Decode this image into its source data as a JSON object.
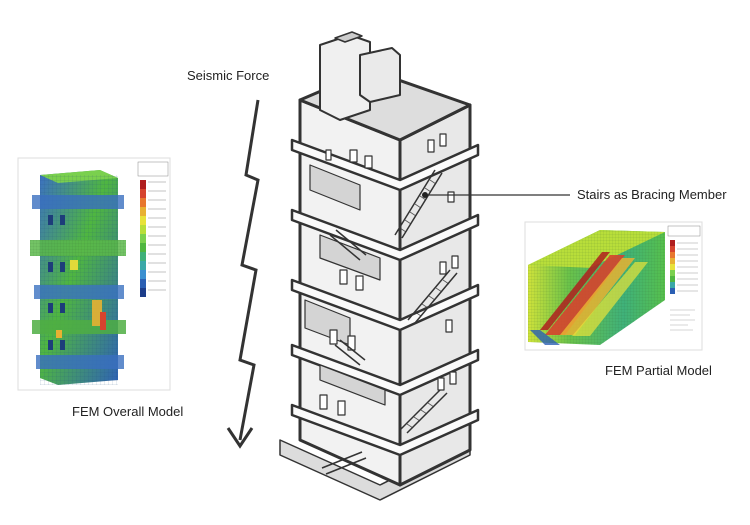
{
  "labels": {
    "seismic_force": "Seismic Force",
    "stairs_bracing": "Stairs as Bracing Member",
    "fem_overall": "FEM Overall Model",
    "fem_partial": "FEM Partial Model"
  },
  "colors": {
    "building_fill": "#eeeeee",
    "building_stroke": "#333333",
    "fem_blue": "#2b5fb3",
    "fem_green": "#4caf3a",
    "fem_yellow": "#e8e23a",
    "fem_red": "#d63a2a",
    "arrow": "#333333"
  },
  "icons": {
    "seismic_arrow": "zigzag-down-arrow-icon",
    "leader_dot": "leader-dot-icon"
  }
}
